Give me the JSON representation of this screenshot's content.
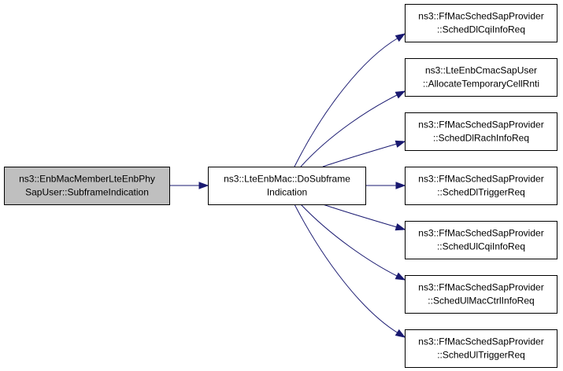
{
  "diagram": {
    "colors": {
      "edge": "#191970",
      "focus_fill": "#bfbfbf",
      "node_fill": "#ffffff",
      "border": "#000000"
    },
    "nodes": [
      {
        "id": "caller",
        "lines": [
          "ns3::EnbMacMemberLteEnbPhy",
          "SapUser::SubframeIndication"
        ],
        "highlighted": true
      },
      {
        "id": "focus",
        "lines": [
          "ns3::LteEnbMac::DoSubframe",
          "Indication"
        ],
        "highlighted": false
      },
      {
        "id": "callee1",
        "lines": [
          "ns3::FfMacSchedSapProvider",
          "::SchedDlCqiInfoReq"
        ],
        "highlighted": false
      },
      {
        "id": "callee2",
        "lines": [
          "ns3::LteEnbCmacSapUser",
          "::AllocateTemporaryCellRnti"
        ],
        "highlighted": false
      },
      {
        "id": "callee3",
        "lines": [
          "ns3::FfMacSchedSapProvider",
          "::SchedDlRachInfoReq"
        ],
        "highlighted": false
      },
      {
        "id": "callee4",
        "lines": [
          "ns3::FfMacSchedSapProvider",
          "::SchedDlTriggerReq"
        ],
        "highlighted": false
      },
      {
        "id": "callee5",
        "lines": [
          "ns3::FfMacSchedSapProvider",
          "::SchedUlCqiInfoReq"
        ],
        "highlighted": false
      },
      {
        "id": "callee6",
        "lines": [
          "ns3::FfMacSchedSapProvider",
          "::SchedUlMacCtrlInfoReq"
        ],
        "highlighted": false
      },
      {
        "id": "callee7",
        "lines": [
          "ns3::FfMacSchedSapProvider",
          "::SchedUlTriggerReq"
        ],
        "highlighted": false
      }
    ],
    "edges": [
      {
        "from": "caller",
        "to": "focus"
      },
      {
        "from": "focus",
        "to": "callee1"
      },
      {
        "from": "focus",
        "to": "callee2"
      },
      {
        "from": "focus",
        "to": "callee3"
      },
      {
        "from": "focus",
        "to": "callee4"
      },
      {
        "from": "focus",
        "to": "callee5"
      },
      {
        "from": "focus",
        "to": "callee6"
      },
      {
        "from": "focus",
        "to": "callee7"
      }
    ]
  }
}
